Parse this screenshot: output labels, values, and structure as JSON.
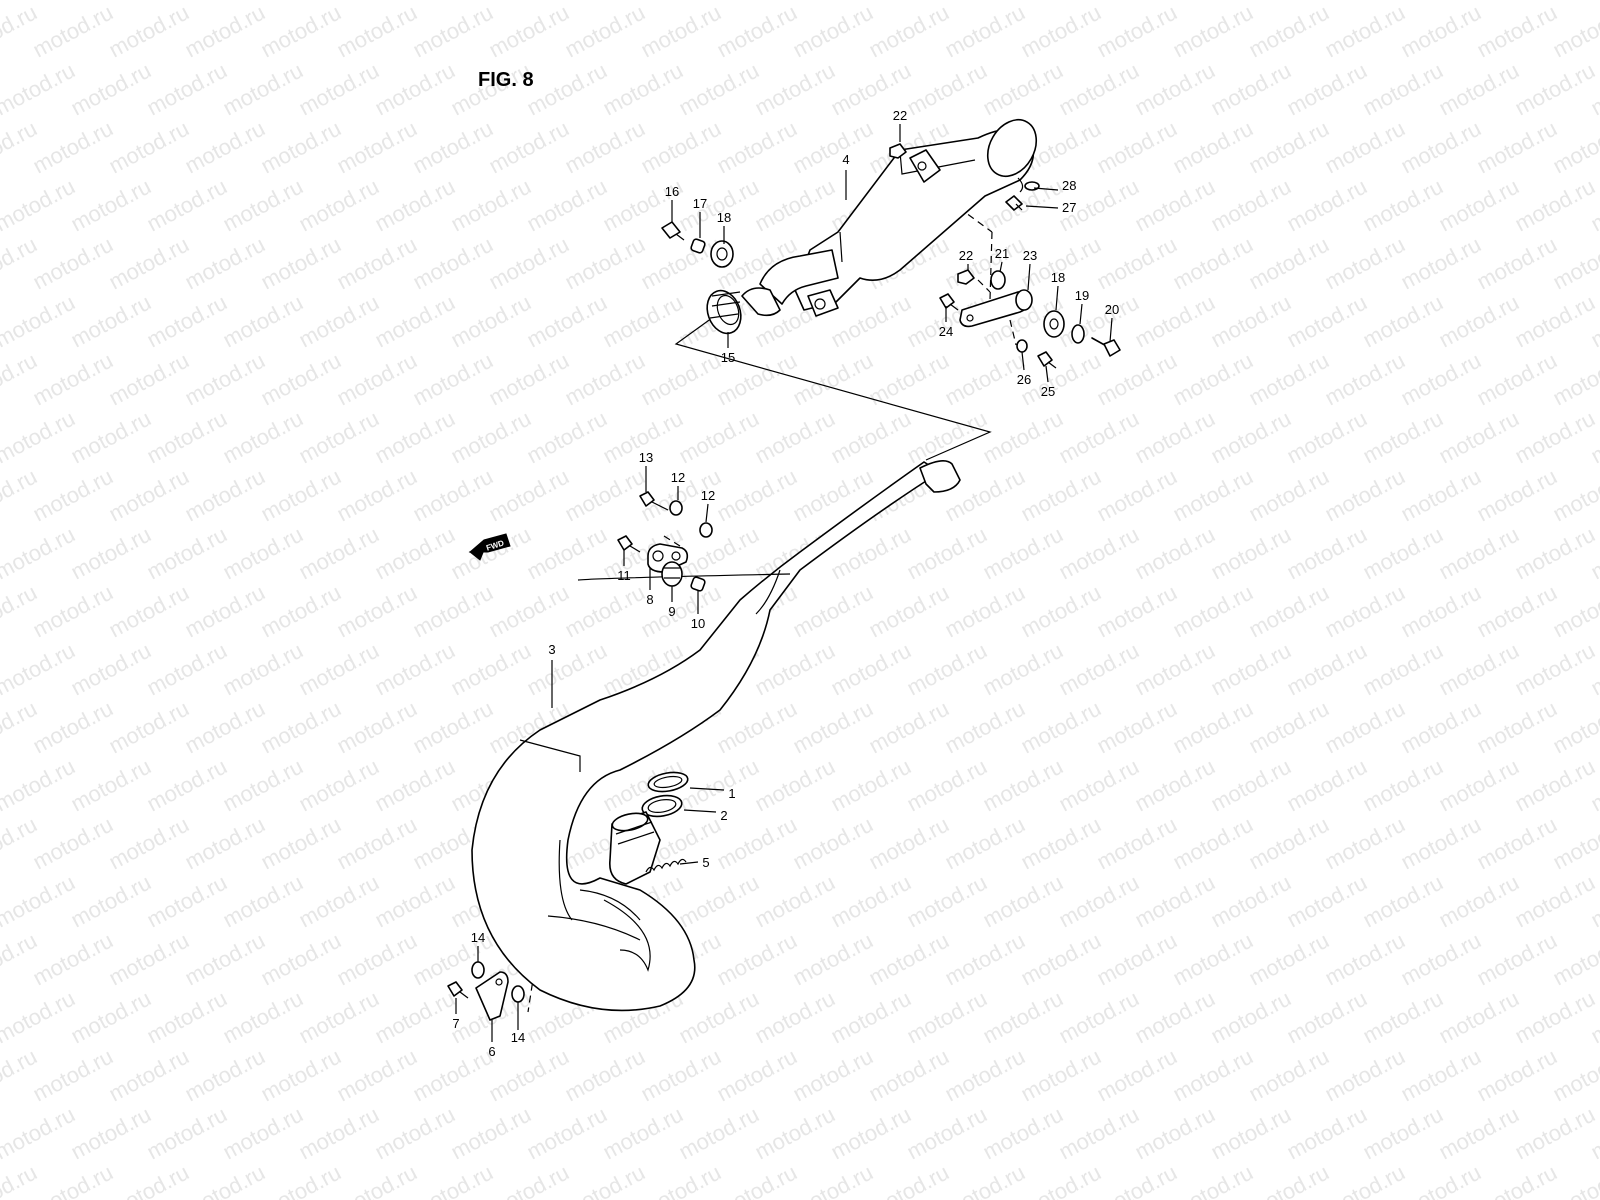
{
  "figure": {
    "title": "FIG. 8"
  },
  "watermark": {
    "text": "motod.ru"
  },
  "fwd_badge": {
    "text": "FWD"
  },
  "callouts": [
    {
      "id": "c1",
      "label": "1"
    },
    {
      "id": "c2",
      "label": "2"
    },
    {
      "id": "c3",
      "label": "3"
    },
    {
      "id": "c4",
      "label": "4"
    },
    {
      "id": "c5",
      "label": "5"
    },
    {
      "id": "c6",
      "label": "6"
    },
    {
      "id": "c7",
      "label": "7"
    },
    {
      "id": "c8",
      "label": "8"
    },
    {
      "id": "c9",
      "label": "9"
    },
    {
      "id": "c10",
      "label": "10"
    },
    {
      "id": "c11",
      "label": "11"
    },
    {
      "id": "c12a",
      "label": "12"
    },
    {
      "id": "c12b",
      "label": "12"
    },
    {
      "id": "c13",
      "label": "13"
    },
    {
      "id": "c14a",
      "label": "14"
    },
    {
      "id": "c14b",
      "label": "14"
    },
    {
      "id": "c15",
      "label": "15"
    },
    {
      "id": "c16",
      "label": "16"
    },
    {
      "id": "c17",
      "label": "17"
    },
    {
      "id": "c18a",
      "label": "18"
    },
    {
      "id": "c18b",
      "label": "18"
    },
    {
      "id": "c19",
      "label": "19"
    },
    {
      "id": "c20",
      "label": "20"
    },
    {
      "id": "c21",
      "label": "21"
    },
    {
      "id": "c22a",
      "label": "22"
    },
    {
      "id": "c22b",
      "label": "22"
    },
    {
      "id": "c23",
      "label": "23"
    },
    {
      "id": "c24",
      "label": "24"
    },
    {
      "id": "c25",
      "label": "25"
    },
    {
      "id": "c26",
      "label": "26"
    },
    {
      "id": "c27",
      "label": "27"
    },
    {
      "id": "c28",
      "label": "28"
    }
  ]
}
